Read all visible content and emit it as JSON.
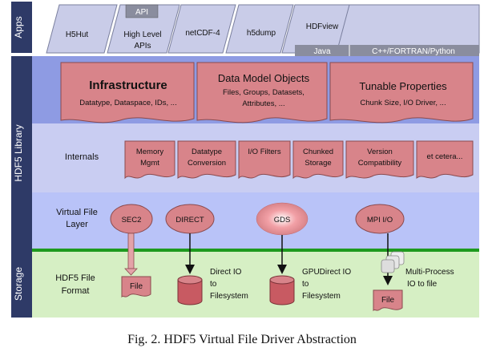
{
  "bands": {
    "apps": "Apps",
    "library": "HDF5 Library",
    "storage": "Storage"
  },
  "apps": {
    "h5hut": "H5Hut",
    "api_tab": "API",
    "high_level_1": "High Level",
    "high_level_2": "APIs",
    "netcdf": "netCDF-4",
    "h5dump": "h5dump",
    "hdfview": "HDFview",
    "java": "Java",
    "cpp": "C++/FORTRAN/Python"
  },
  "top_boxes": {
    "infrastructure_title": "Infrastructure",
    "infrastructure_sub": "Datatype, Dataspace, IDs, ...",
    "data_model_title": "Data Model Objects",
    "data_model_sub1": "Files, Groups, Datasets,",
    "data_model_sub2": "Attributes, ...",
    "tunable_title": "Tunable Properties",
    "tunable_sub": "Chunk Size, I/O Driver, ..."
  },
  "internals": {
    "label": "Internals",
    "items": [
      {
        "line1": "Memory",
        "line2": "Mgmt"
      },
      {
        "line1": "Datatype",
        "line2": "Conversion"
      },
      {
        "line1": "I/O Filters",
        "line2": ""
      },
      {
        "line1": "Chunked",
        "line2": "Storage"
      },
      {
        "line1": "Version",
        "line2": "Compatibility"
      },
      {
        "line1": "et cetera...",
        "line2": ""
      }
    ]
  },
  "vfl": {
    "label1": "Virtual File",
    "label2": "Layer",
    "drivers": [
      "SEC2",
      "DIRECT",
      "GDS",
      "MPI I/O"
    ]
  },
  "storage": {
    "label1": "HDF5 File",
    "label2": "Format",
    "file1": "File",
    "direct1": "Direct IO",
    "direct2": "to",
    "direct3": "Filesystem",
    "gpu1": "GPUDirect IO",
    "gpu2": "to",
    "gpu3": "Filesystem",
    "mp1": "Multi-Process",
    "mp2": "IO to file",
    "file2": "File"
  },
  "caption": "Fig. 2.  HDF5 Virtual File Driver Abstraction",
  "colors": {
    "band_dark": "#2e3a67",
    "library_bg": "#c9cdf2",
    "infra_bg": "#8e9be3",
    "vfl_bg": "#b9c3f8",
    "storage_bg": "#d6efc4",
    "green_line": "#1e9a1e",
    "box_pink": "#d8848a",
    "box_stroke": "#8a4a4e",
    "app_tab": "#c9cce8"
  }
}
